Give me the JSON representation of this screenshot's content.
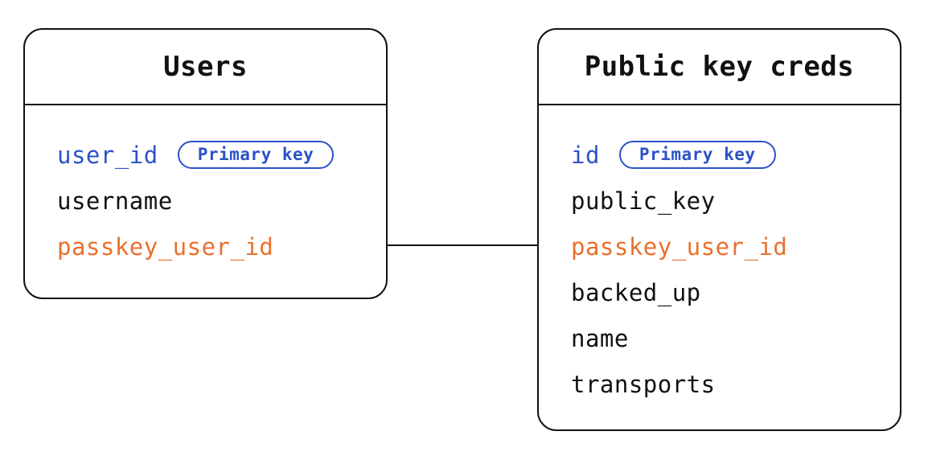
{
  "diagram": {
    "tables": [
      {
        "title": "Users",
        "fields": [
          {
            "name": "user_id",
            "color": "blue",
            "badge": "Primary key"
          },
          {
            "name": "username",
            "color": "black"
          },
          {
            "name": "passkey_user_id",
            "color": "orange"
          }
        ]
      },
      {
        "title": "Public key creds",
        "fields": [
          {
            "name": "id",
            "color": "blue",
            "badge": "Primary key"
          },
          {
            "name": "public_key",
            "color": "black"
          },
          {
            "name": "passkey_user_id",
            "color": "orange"
          },
          {
            "name": "backed_up",
            "color": "black"
          },
          {
            "name": "name",
            "color": "black"
          },
          {
            "name": "transports",
            "color": "black"
          }
        ]
      }
    ],
    "relation": {
      "from_table": "Users",
      "from_field": "passkey_user_id",
      "to_table": "Public key creds",
      "to_field": "passkey_user_id"
    },
    "colors": {
      "accent_blue": "#2b52c9",
      "accent_orange": "#e8702c",
      "stroke": "#111111",
      "background": "#ffffff"
    }
  }
}
